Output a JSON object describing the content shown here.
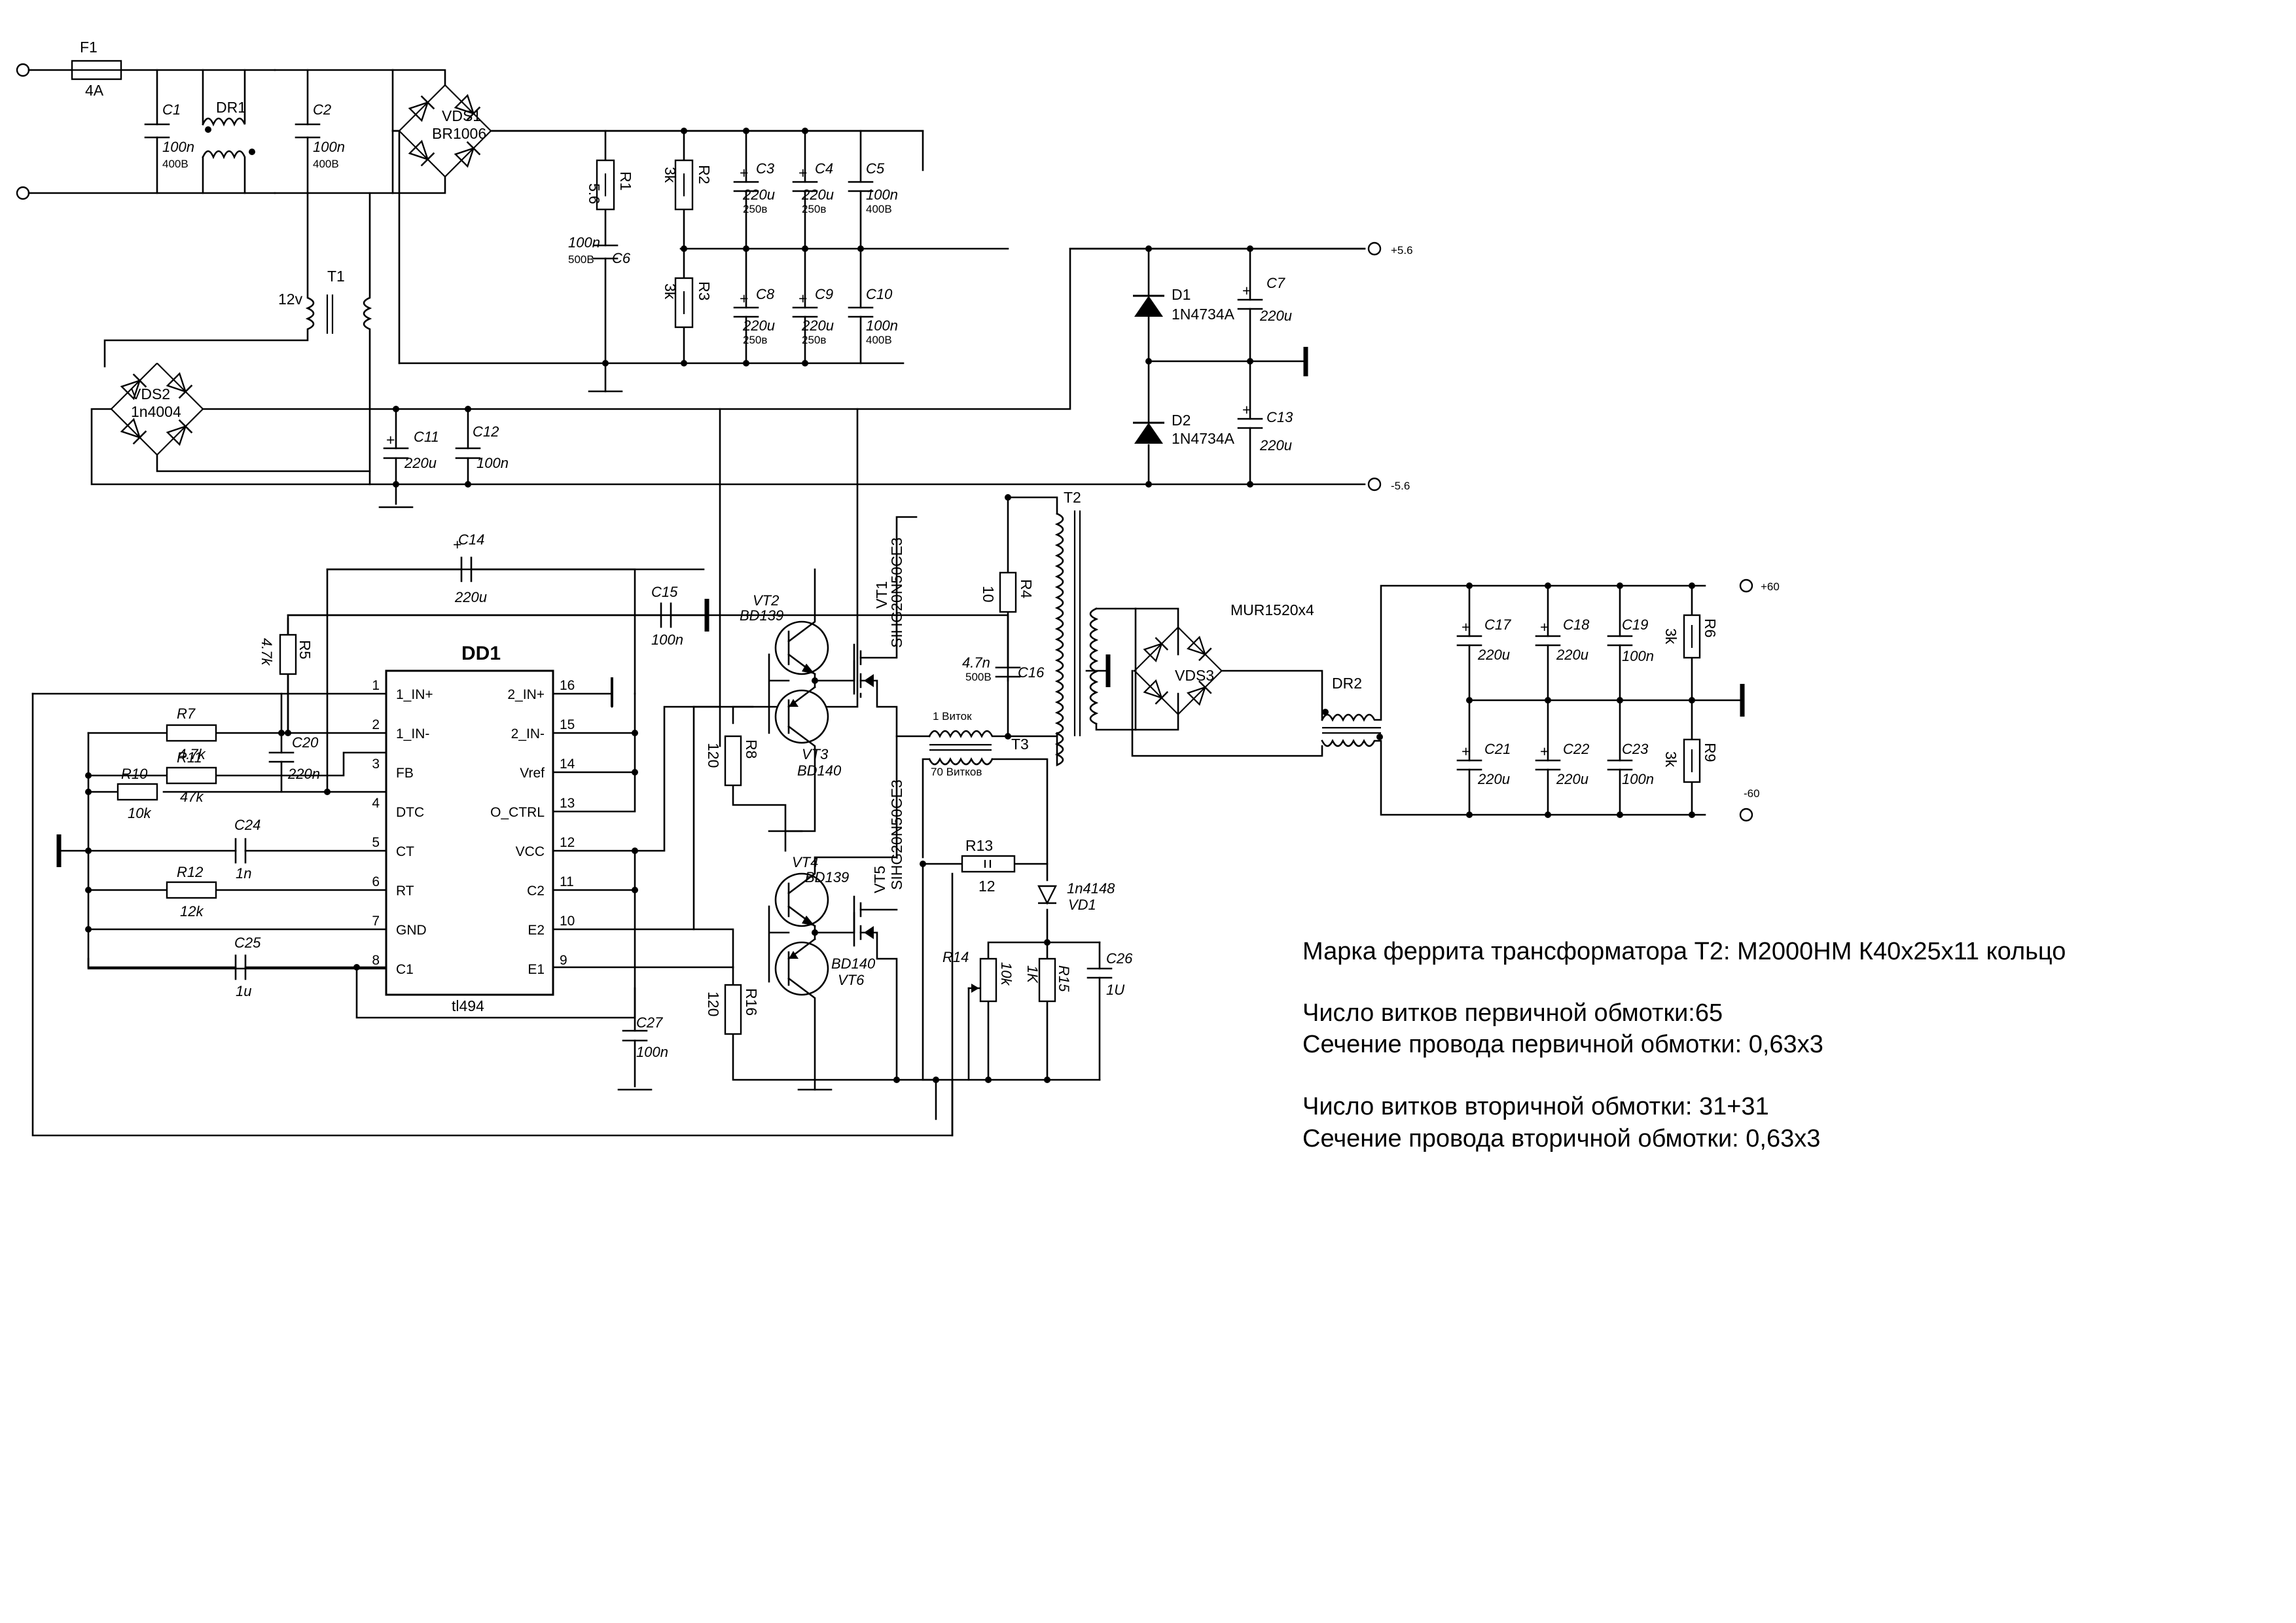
{
  "components": {
    "F1": {
      "ref": "F1",
      "value": "4A"
    },
    "C1": {
      "ref": "C1",
      "value": "100n",
      "rating": "400В"
    },
    "DR1": {
      "ref": "DR1"
    },
    "C2": {
      "ref": "C2",
      "value": "100n",
      "rating": "400В"
    },
    "VDS1": {
      "ref": "VDS1",
      "value": "BR1006"
    },
    "T1": {
      "ref": "T1",
      "value": "12v"
    },
    "VDS2": {
      "ref": "VDS2",
      "value": "1n4004"
    },
    "R1": {
      "ref": "R1",
      "value": "5.6"
    },
    "C6": {
      "ref": "C6",
      "value": "100n",
      "rating": "500В"
    },
    "R2": {
      "ref": "R2",
      "value": "3k"
    },
    "R3": {
      "ref": "R3",
      "value": "3k"
    },
    "C3": {
      "ref": "C3",
      "value": "220u",
      "rating": "250в"
    },
    "C4": {
      "ref": "C4",
      "value": "220u",
      "rating": "250в"
    },
    "C5": {
      "ref": "C5",
      "value": "100n",
      "rating": "400В"
    },
    "C8": {
      "ref": "C8",
      "value": "220u",
      "rating": "250в"
    },
    "C9": {
      "ref": "C9",
      "value": "220u",
      "rating": "250в"
    },
    "C10": {
      "ref": "C10",
      "value": "100n",
      "rating": "400В"
    },
    "C11": {
      "ref": "C11",
      "value": "220u"
    },
    "C12": {
      "ref": "C12",
      "value": "100n"
    },
    "D1": {
      "ref": "D1",
      "value": "1N4734A"
    },
    "D2": {
      "ref": "D2",
      "value": "1N4734A"
    },
    "C7": {
      "ref": "C7",
      "value": "220u"
    },
    "C13": {
      "ref": "C13",
      "value": "220u"
    },
    "C14": {
      "ref": "C14",
      "value": "220u",
      "polarity": "+"
    },
    "C15": {
      "ref": "C15",
      "value": "100n"
    },
    "R5": {
      "ref": "R5",
      "value": "4.7k"
    },
    "R7": {
      "ref": "R7",
      "value": "4.7k"
    },
    "C20": {
      "ref": "C20",
      "value": "220n"
    },
    "R11": {
      "ref": "R11",
      "value": "47k"
    },
    "R10": {
      "ref": "R10",
      "value": "10k"
    },
    "C24": {
      "ref": "C24",
      "value": "1n"
    },
    "R12": {
      "ref": "R12",
      "value": "12k"
    },
    "C25": {
      "ref": "C25",
      "value": "1u"
    },
    "C27": {
      "ref": "C27",
      "value": "100n"
    },
    "VT1": {
      "ref": "VT1",
      "value": "SIHG20N50CE3"
    },
    "VT2": {
      "ref": "VT2",
      "value": "BD139"
    },
    "VT3": {
      "ref": "VT3",
      "value": "BD140"
    },
    "R8": {
      "ref": "R8",
      "value": "120"
    },
    "VT4": {
      "ref": "VT4",
      "value": "BD139"
    },
    "VT5": {
      "ref": "VT5",
      "value": "SIHG20N50CE3"
    },
    "VT6": {
      "ref": "VT6",
      "value": "BD140"
    },
    "R16": {
      "ref": "R16",
      "value": "120"
    },
    "T2": {
      "ref": "T2"
    },
    "R4": {
      "ref": "R4",
      "value": "10"
    },
    "C16": {
      "ref": "C16",
      "value": "4.7n",
      "rating": "500В"
    },
    "T3": {
      "ref": "T3",
      "turns1": "1 Виток",
      "turns2": "70 Витков"
    },
    "R13": {
      "ref": "R13",
      "value": "12"
    },
    "VD1": {
      "ref": "VD1",
      "value": "1n4148"
    },
    "R14": {
      "ref": "R14",
      "value": "10k"
    },
    "R15": {
      "ref": "R15",
      "value": "1K"
    },
    "C26": {
      "ref": "C26",
      "value": "1U"
    },
    "VDS3": {
      "ref": "VDS3",
      "value": "MUR1520x4"
    },
    "DR2": {
      "ref": "DR2"
    },
    "C17": {
      "ref": "C17",
      "value": "220u"
    },
    "C18": {
      "ref": "C18",
      "value": "220u"
    },
    "C19": {
      "ref": "C19",
      "value": "100n"
    },
    "R6": {
      "ref": "R6",
      "value": "3k"
    },
    "C21": {
      "ref": "C21",
      "value": "220u"
    },
    "C22": {
      "ref": "C22",
      "value": "220u"
    },
    "C23": {
      "ref": "C23",
      "value": "100n"
    },
    "R9": {
      "ref": "R9",
      "value": "3k"
    }
  },
  "ic": {
    "ref": "DD1",
    "part": "tl494",
    "left_pins": [
      {
        "num": "1",
        "name": "1_IN+"
      },
      {
        "num": "2",
        "name": "1_IN-"
      },
      {
        "num": "3",
        "name": "FB"
      },
      {
        "num": "4",
        "name": "DTC"
      },
      {
        "num": "5",
        "name": "CT"
      },
      {
        "num": "6",
        "name": "RT"
      },
      {
        "num": "7",
        "name": "GND"
      },
      {
        "num": "8",
        "name": "C1"
      }
    ],
    "right_pins": [
      {
        "num": "16",
        "name": "2_IN+"
      },
      {
        "num": "15",
        "name": "2_IN-"
      },
      {
        "num": "14",
        "name": "Vref"
      },
      {
        "num": "13",
        "name": "O_CTRL"
      },
      {
        "num": "12",
        "name": "VCC"
      },
      {
        "num": "11",
        "name": "C2"
      },
      {
        "num": "10",
        "name": "E2"
      },
      {
        "num": "9",
        "name": "E1"
      }
    ]
  },
  "rails": {
    "plus_5_6": "+5.6",
    "minus_5_6": "-5.6",
    "plus_60": "+60",
    "minus_60": "-60"
  },
  "notes": [
    "Марка феррита трансформатора Т2: М2000НМ К40х25х11 кольцо",
    "Число витков первичной обмотки:65",
    "Сечение провода первичной обмотки: 0,63х3",
    "Число витков вторичной обмотки: 31+31",
    "Сечение провода вторичной обмотки: 0,63х3"
  ]
}
